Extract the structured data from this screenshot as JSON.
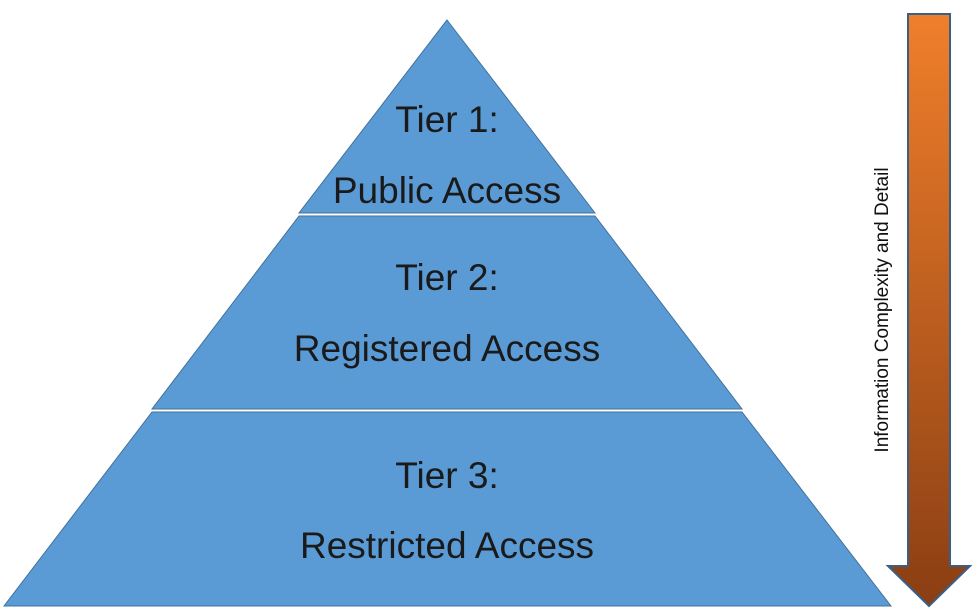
{
  "tiers": [
    {
      "title": "Tier 1:",
      "subtitle": "Public Access"
    },
    {
      "title": "Tier 2:",
      "subtitle": "Registered Access"
    },
    {
      "title": "Tier 3:",
      "subtitle": "Restricted Access"
    }
  ],
  "arrow": {
    "label": "Information Complexity and Detail",
    "direction": "down"
  },
  "colors": {
    "tier_fill": "#5b9bd5",
    "tier_stroke": "#41719c",
    "tier_separator": "#ffffff",
    "arrow_top": "#f07f2b",
    "arrow_bottom": "#8a3e13",
    "arrow_stroke": "#3a5f86"
  }
}
